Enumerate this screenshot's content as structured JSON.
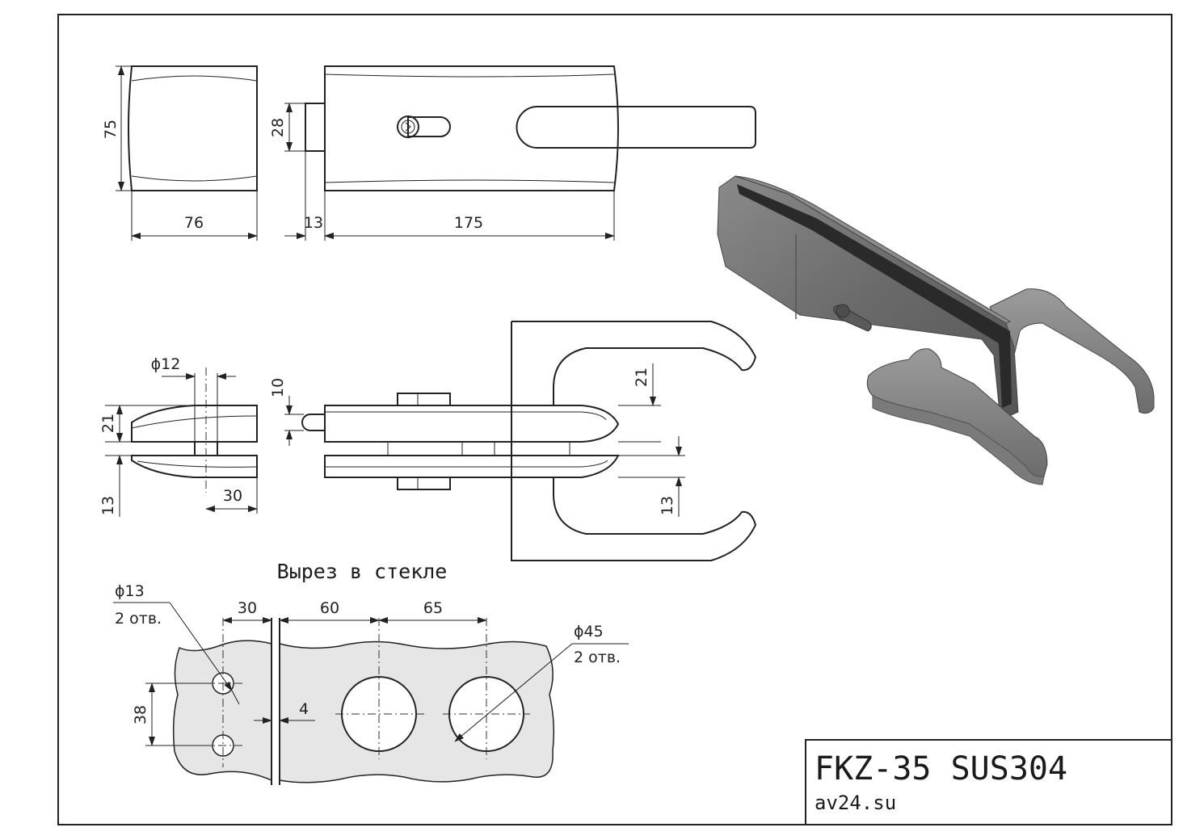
{
  "title_block": {
    "model": "FKZ-35 SUS304",
    "site": "av24.su"
  },
  "cutout": {
    "heading": "Вырез в стекле",
    "small_hole_dia": "ϕ13",
    "small_hole_count": "2 отв.",
    "large_hole_dia": "ϕ45",
    "large_hole_count": "2 отв."
  },
  "dimensions": {
    "front_height": "75",
    "front_width": "76",
    "bolt_height": "28",
    "bolt_offset": "13",
    "body_length": "175",
    "spindle_dia": "ϕ12",
    "plan_thickness": "21",
    "plan_gap": "13",
    "plan_depth": "30",
    "bolt_throw": "10",
    "handle_top": "21",
    "handle_bottom": "13",
    "cut_edge": "30",
    "cut_spacing_1": "60",
    "cut_spacing_2": "65",
    "cut_hole_spacing": "38",
    "cut_glass_gap": "4"
  },
  "colors": {
    "line": "#222222",
    "cutout_fill": "#e6e6e6",
    "body_3d": "#6e6e6e"
  }
}
